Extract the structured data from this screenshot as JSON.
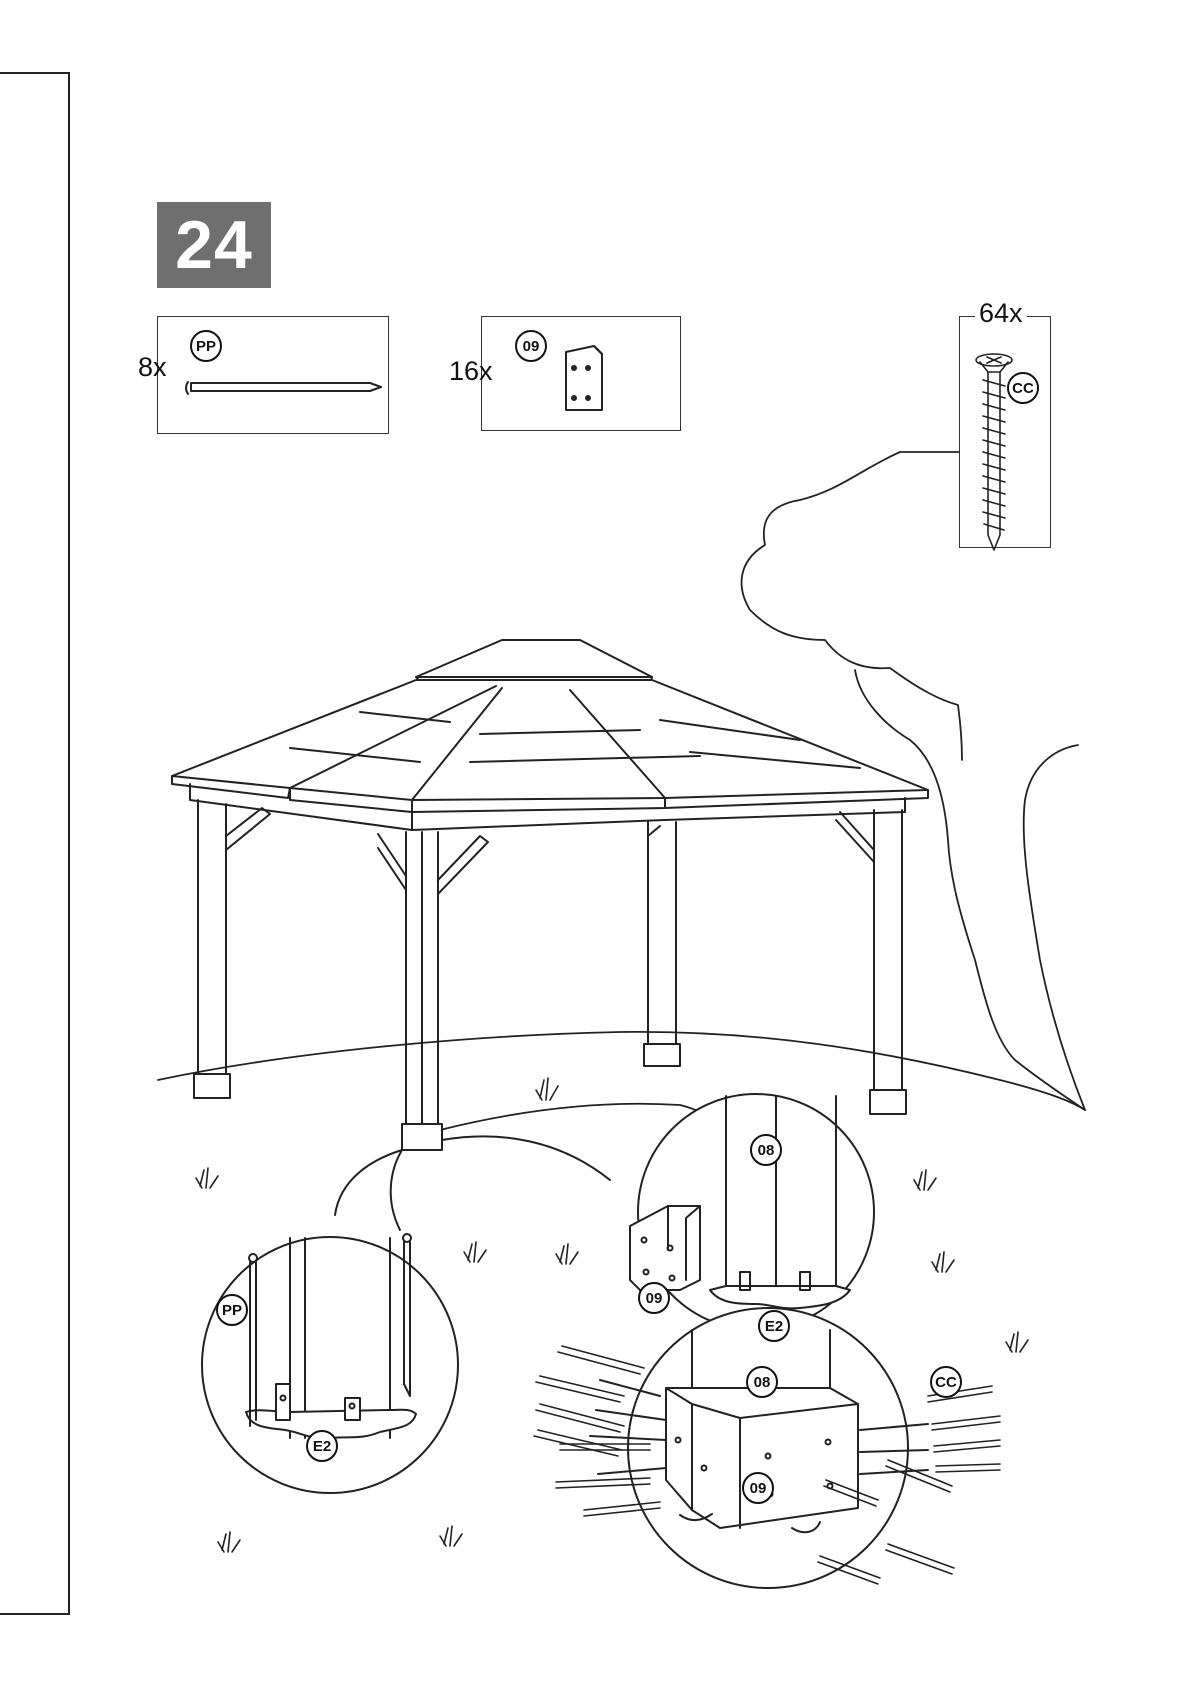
{
  "step": {
    "number": "24"
  },
  "parts": [
    {
      "id": "PP",
      "qty": "8x"
    },
    {
      "id": "09",
      "qty": "16x"
    },
    {
      "id": "CC",
      "qty": "64x"
    }
  ],
  "detail_left": {
    "labels": [
      "PP",
      "E2"
    ]
  },
  "detail_top_right": {
    "labels": [
      "08",
      "09",
      "E2"
    ]
  },
  "detail_bottom": {
    "labels": [
      "08",
      "09",
      "CC"
    ]
  }
}
